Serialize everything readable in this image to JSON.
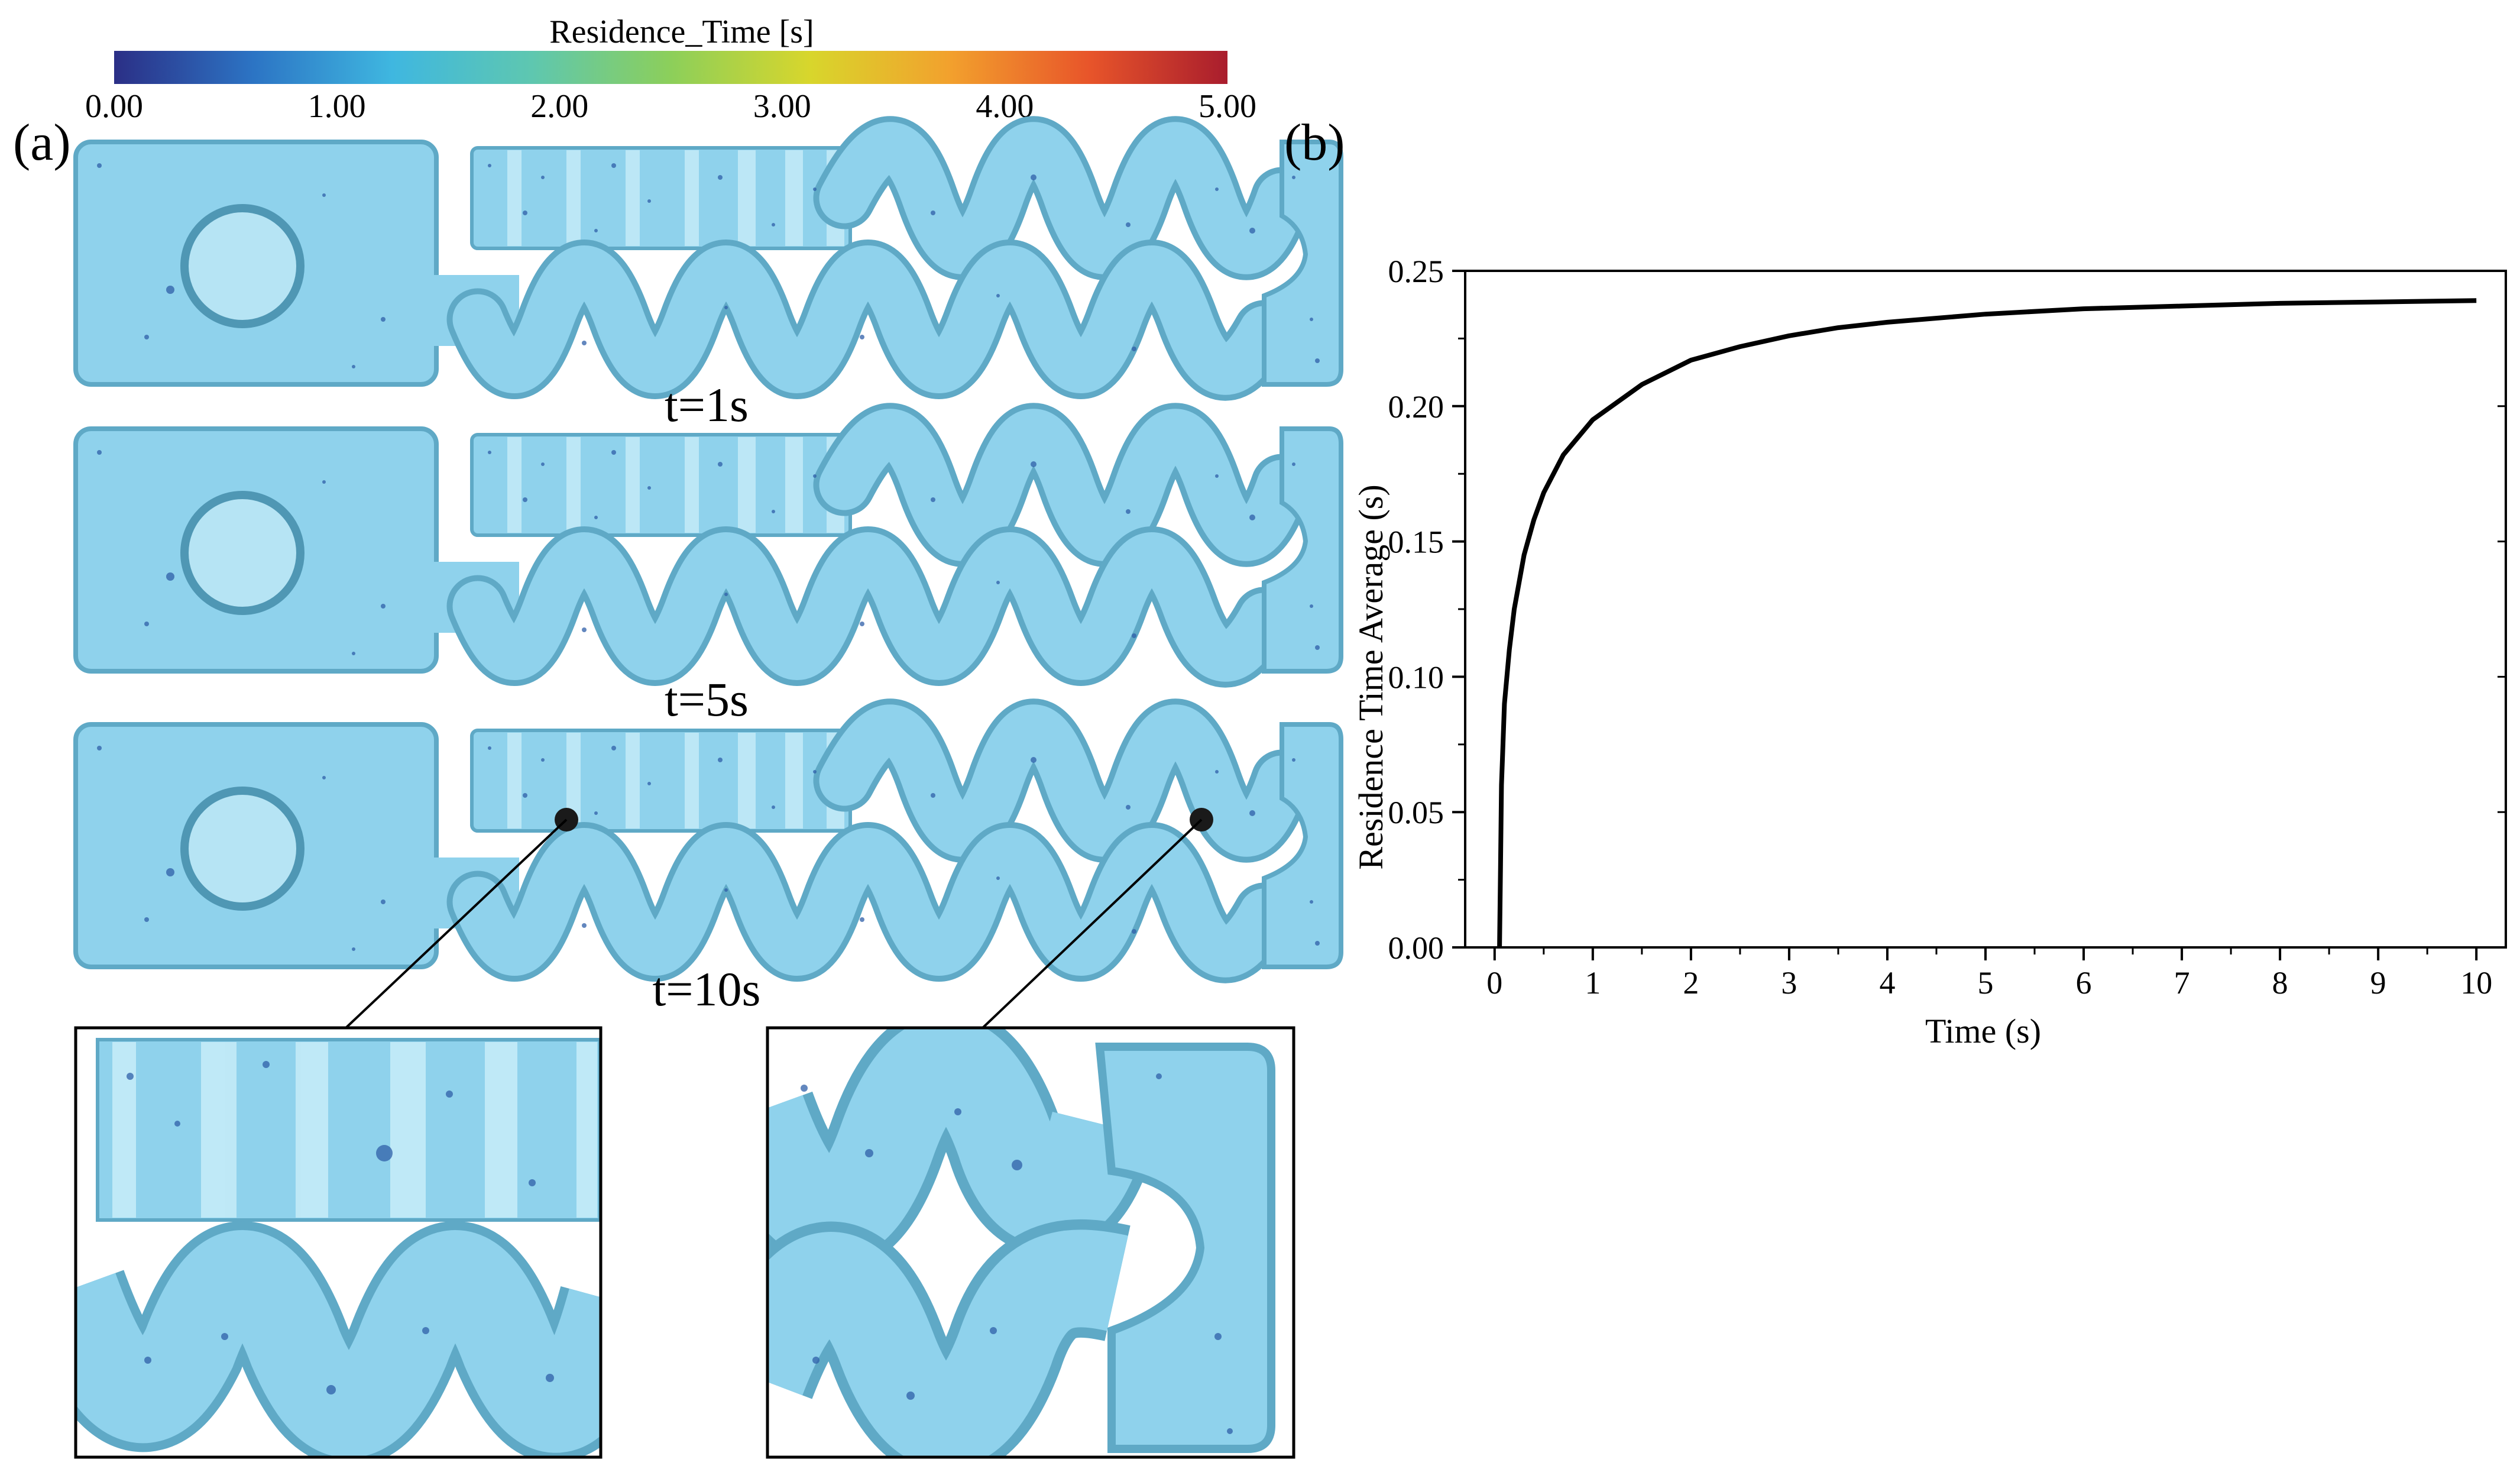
{
  "panel_a": {
    "label": "(a)",
    "colorbar": {
      "title": "Residence_Time [s]",
      "min": 0,
      "max": 5,
      "tick_labels": [
        "0.00",
        "1.00",
        "2.00",
        "3.00",
        "4.00",
        "5.00"
      ],
      "colors": [
        "#2b2f86",
        "#2c74c4",
        "#3fb7e0",
        "#5ec7b0",
        "#8ccf5a",
        "#d8d62c",
        "#f2a12d",
        "#e8552a",
        "#a91d2d"
      ]
    },
    "snapshots": [
      {
        "time_label": "t=1s"
      },
      {
        "time_label": "t=5s"
      },
      {
        "time_label": "t=10s"
      }
    ],
    "fluid_color": "#8fd2ec",
    "wall_color": "#5fa9c6",
    "particle_color": "#2f5fa8"
  },
  "panel_b": {
    "label": "(b)"
  },
  "chart_data": {
    "type": "line",
    "xlabel": "Time (s)",
    "ylabel": "Residence Time Average (s)",
    "xlim": [
      -0.3,
      10.3
    ],
    "ylim": [
      0,
      0.25
    ],
    "xticks": [
      0,
      1,
      2,
      3,
      4,
      5,
      6,
      7,
      8,
      9,
      10
    ],
    "xtick_labels": [
      "0",
      "1",
      "2",
      "3",
      "4",
      "5",
      "6",
      "7",
      "8",
      "9",
      "10"
    ],
    "yticks": [
      0,
      0.05,
      0.1,
      0.15,
      0.2,
      0.25
    ],
    "ytick_labels": [
      "0.00",
      "0.05",
      "0.10",
      "0.15",
      "0.20",
      "0.25"
    ],
    "grid": false,
    "line_color": "#000000",
    "series": [
      {
        "x": [
          0.05,
          0.06,
          0.07,
          0.08,
          0.1,
          0.15,
          0.2,
          0.3,
          0.4,
          0.5,
          0.7,
          1.0,
          1.5,
          2.0,
          2.5,
          3.0,
          3.5,
          4.0,
          5.0,
          6.0,
          7.0,
          8.0,
          9.0,
          10.0
        ],
        "y": [
          0.0,
          0.03,
          0.06,
          0.07,
          0.09,
          0.11,
          0.125,
          0.145,
          0.158,
          0.168,
          0.182,
          0.195,
          0.208,
          0.217,
          0.222,
          0.226,
          0.229,
          0.231,
          0.234,
          0.236,
          0.237,
          0.238,
          0.2385,
          0.239
        ]
      }
    ]
  }
}
